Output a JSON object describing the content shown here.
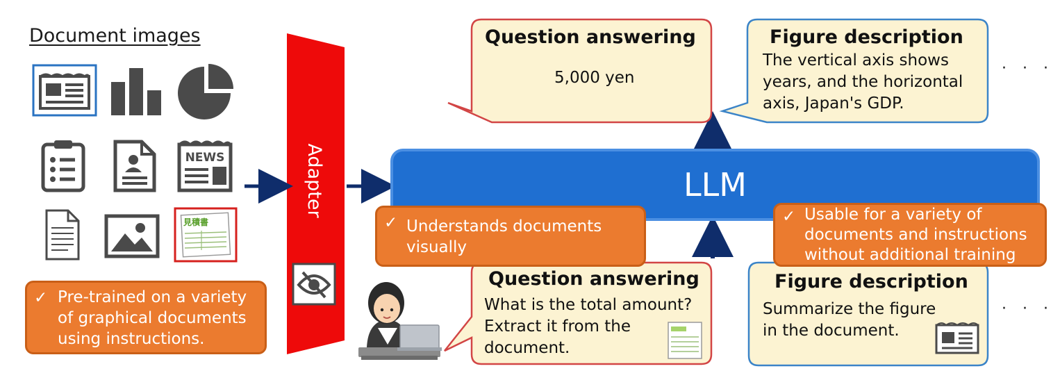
{
  "section_title": "Document images",
  "icons": [
    "newspaper-icon",
    "bar-chart-icon",
    "pie-chart-icon",
    "clipboard-list-icon",
    "profile-document-icon",
    "news-icon",
    "text-document-icon",
    "image-icon",
    "estimate-form-icon"
  ],
  "pretrain_note": {
    "check": "✓",
    "lines": [
      "Pre-trained on a variety",
      "of graphical documents",
      "using instructions."
    ]
  },
  "adapter": {
    "label": "Adapter"
  },
  "llm": {
    "label": "LLM"
  },
  "feature_left": {
    "check": "✓",
    "lines": [
      "Understands documents",
      "visually"
    ]
  },
  "feature_right": {
    "check": "✓",
    "lines": [
      "Usable for a variety of",
      "documents and instructions",
      "without additional training"
    ]
  },
  "output_qa": {
    "title": "Question answering",
    "text": "5,000 yen"
  },
  "output_fig": {
    "title": "Figure description",
    "lines": [
      "The vertical axis shows",
      "years, and the horizontal",
      "axis, Japan's GDP."
    ]
  },
  "input_qa": {
    "title": "Question answering",
    "lines": [
      "What is the total amount?",
      "Extract it from the",
      "document."
    ]
  },
  "input_fig": {
    "title": "Figure description",
    "lines": [
      "Summarize the figure",
      "in the document."
    ]
  },
  "ellipsis_top": "· · ·",
  "ellipsis_bottom": "· · ·",
  "estimate_form_text": "見積書",
  "news_text": "NEWS",
  "colors": {
    "adapter": "#ee0a0a",
    "llm": "#1f6fd1",
    "orange": "#eb7b2f",
    "bubble_fill": "#fcf3d2",
    "qa_border": "#d24545",
    "fig_border": "#3b84c8",
    "arrow": "#0f2d6b",
    "icon_gray": "#4a4a4a"
  }
}
